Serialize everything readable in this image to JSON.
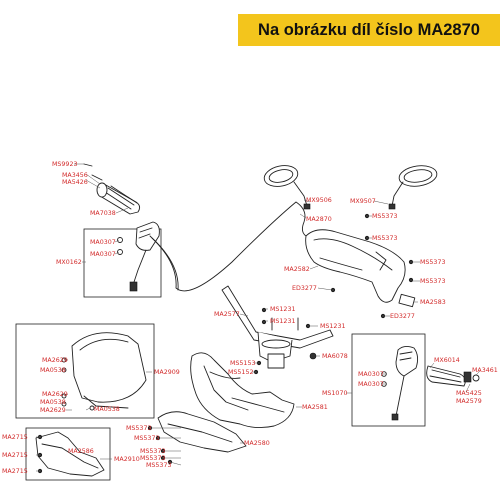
{
  "banner": {
    "text": "Na obrázku díl číslo MA2870",
    "color": "#f3c51c"
  },
  "label_color": "#d22a2a",
  "labels": [
    "MS9923",
    "MA3456",
    "MA5426",
    "MA7038",
    "MA0307",
    "MA0307",
    "MX0162",
    "MX9506",
    "MA2870",
    "MX9507",
    "MS5373",
    "MS5373",
    "MA2582",
    "MS5373",
    "MS5373",
    "ED3277",
    "MA2583",
    "ED3277",
    "MA2577",
    "MS1231",
    "MS1231",
    "MS1231",
    "MA2629",
    "MA0538",
    "MA2909",
    "MA2629",
    "MA0538",
    "MA2629",
    "MA0538",
    "MS5153",
    "MS5152",
    "MA6078",
    "MX6014",
    "MA3461",
    "MA0307",
    "MA0307",
    "MS1070",
    "MA2581",
    "MA5425",
    "MA2579",
    "MS5373",
    "MS5373",
    "MS5373",
    "MA2580",
    "MS5373",
    "MS5373",
    "MA2715",
    "MA2586",
    "MA2715",
    "MA2910",
    "MA2715"
  ]
}
